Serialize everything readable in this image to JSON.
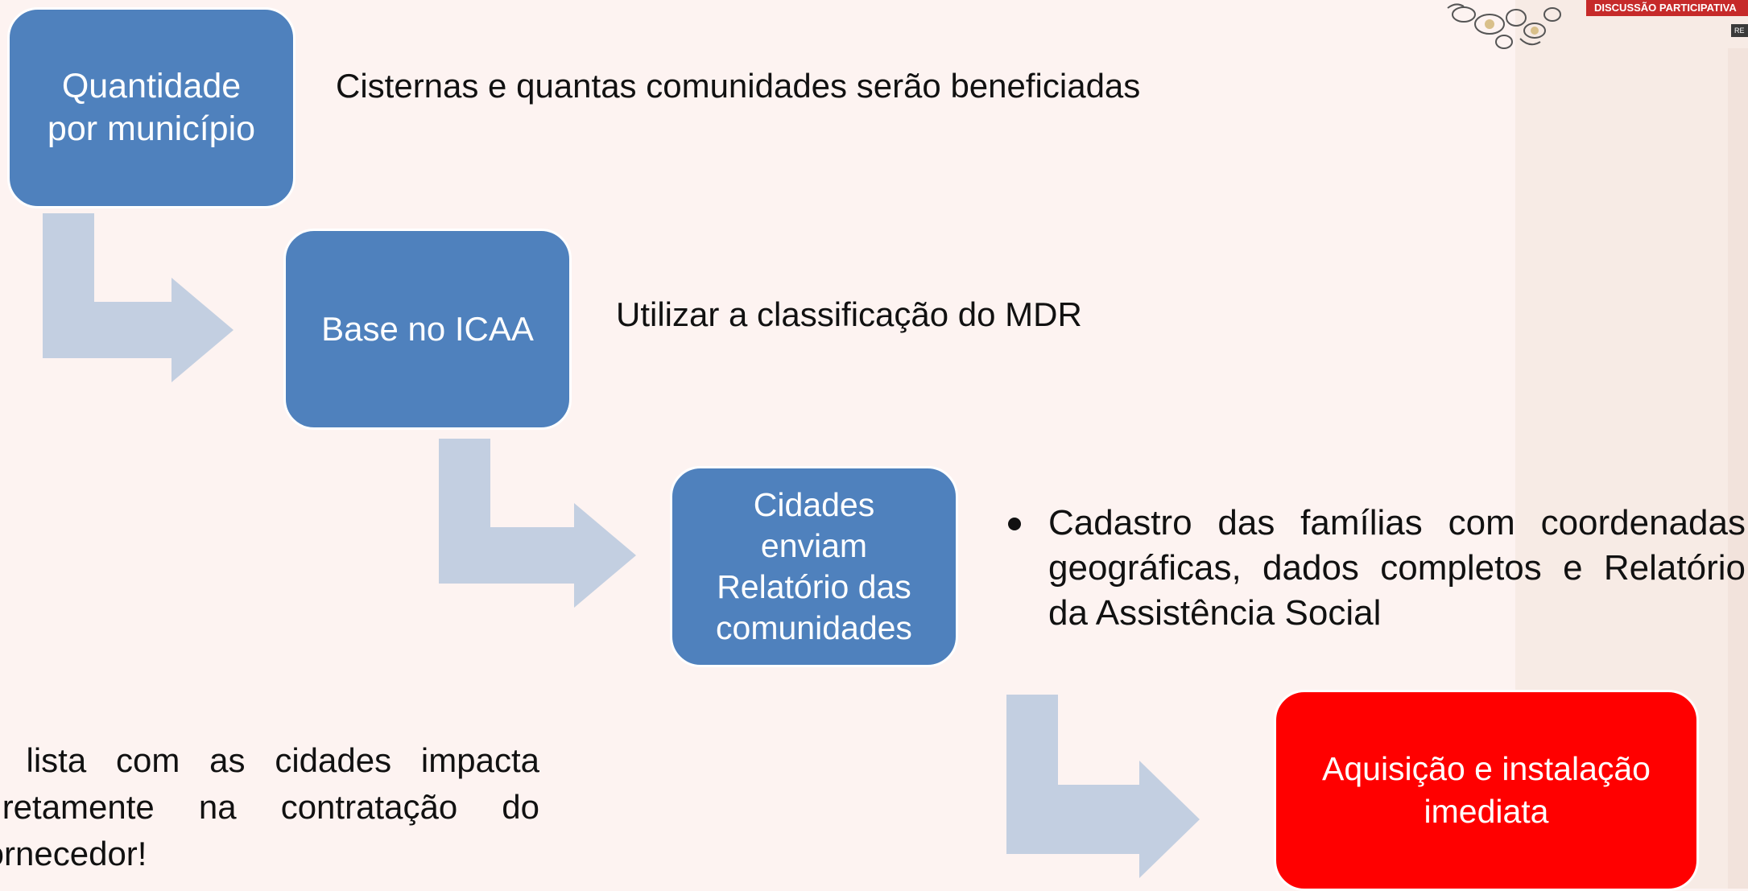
{
  "flow": {
    "step1": {
      "label": "Quantidade\npor município",
      "description": "Cisternas e quantas comunidades serão beneficiadas"
    },
    "step2": {
      "label": "Base no ICAA",
      "description": "Utilizar a classificação do MDR"
    },
    "step3": {
      "label": "Cidades\nenviam\nRelatório das\ncomunidades",
      "bullet": "Cadastro das famílias com coordenadas geográficas, dados completos e Relatório da Assistência Social"
    },
    "step4": {
      "label": "Aquisição e instalação\nimediata"
    }
  },
  "note": "A lista com as cidades impacta diretamente na contratação do fornecedor!",
  "header": {
    "banner": "DISCUSSÃO PARTICIPATIVA",
    "tag": "RE"
  },
  "colors": {
    "background": "#fdf3f1",
    "box_blue": "#4f81bd",
    "box_red": "#ff0000",
    "arrow": "#c3cfe1"
  }
}
